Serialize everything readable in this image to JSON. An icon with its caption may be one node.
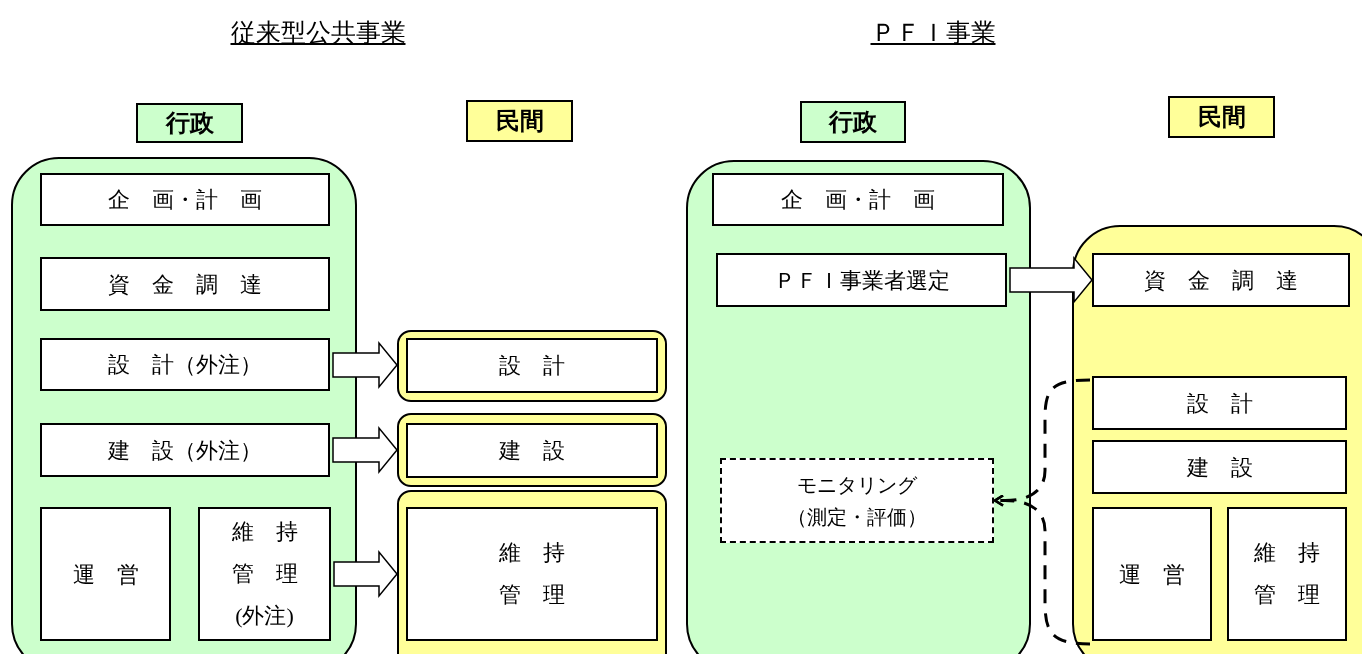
{
  "diagram": {
    "nodes": [
      {
        "text": [
          "行政"
        ]
      },
      {
        "text": [
          "民間"
        ]
      },
      {
        "text": [],
        "shape": "box"
      },
      {
        "text": [
          "企　画・計　画"
        ],
        "in": 2
      },
      {
        "text": [
          "資　金　調　達"
        ],
        "in": 2
      },
      {
        "text": [
          "設　計（外注）"
        ],
        "in": 2
      },
      {
        "text": [
          "建　設（外注）"
        ],
        "in": 2
      },
      {
        "text": [
          "運　営"
        ],
        "in": 2
      },
      {
        "text": [
          "維　持管　理(外注)"
        ],
        "in": 2
      },
      {
        "text": [],
        "shape": "box"
      },
      {
        "text": [
          "設　計"
        ],
        "in": 9
      },
      {
        "text": [],
        "shape": "box"
      },
      {
        "text": [
          "建　設"
        ],
        "in": 11
      },
      {
        "text": [],
        "shape": "box"
      },
      {
        "text": [
          "維　持管　理"
        ],
        "in": 13
      },
      {
        "text": [
          "行政"
        ]
      },
      {
        "text": [
          "民間"
        ]
      },
      {
        "text": [],
        "shape": "box"
      },
      {
        "text": [
          "企　画・計　画"
        ],
        "in": 17
      },
      {
        "text": [
          "ＰＦＩ事業者選定"
        ],
        "in": 17
      },
      {
        "text": [
          "モニタリング",
          "（測定・評価）"
        ],
        "in": 17
      },
      {
        "text": [],
        "shape": "box"
      },
      {
        "text": [
          "資　金　調　達"
        ],
        "in": 21
      },
      {
        "text": [
          "設　計"
        ],
        "in": 21
      },
      {
        "text": [
          "建　設"
        ],
        "in": 21
      },
      {
        "text": [
          "運　営"
        ],
        "in": 21
      },
      {
        "text": [
          "維　持管　理"
        ],
        "in": 21
      }
    ],
    "edges": [
      {
        "from": 5,
        "to": 9,
        "arrow": "to"
      },
      {
        "from": 6,
        "to": 11,
        "arrow": "to"
      },
      {
        "from": 8,
        "to": 13,
        "arrow": "to"
      },
      {
        "from": 19,
        "to": 22,
        "arrow": "to"
      },
      {
        "from": 23,
        "to": 20,
        "arrow": "to",
        "style": "dashed"
      },
      {
        "from": 25,
        "to": 20,
        "arrow": "to",
        "style": "dashed"
      }
    ],
    "labels": [
      "従来型公共事業",
      "ＰＦＩ事業"
    ]
  }
}
